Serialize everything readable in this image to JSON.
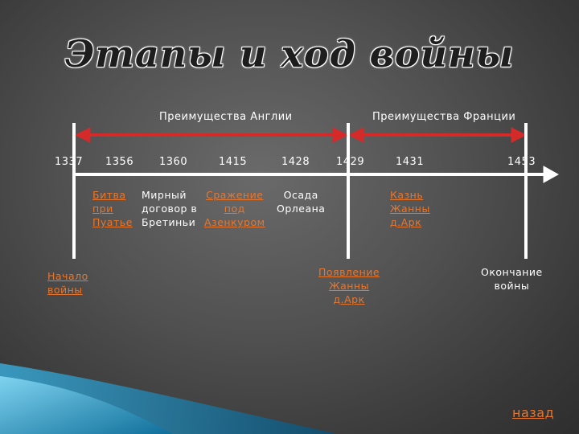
{
  "title": "Этапы и ход войны",
  "advantage_england": "Преимущества Англии",
  "advantage_france": "Преимущества Франции",
  "years": [
    "1337",
    "1356",
    "1360",
    "1415",
    "1428",
    "1429",
    "1431",
    "1453"
  ],
  "events": {
    "poitiers": [
      "Битва",
      "при",
      "Пуатье"
    ],
    "bretigny": [
      "Мирный",
      "договор в",
      "Бретиньи"
    ],
    "agincourt": [
      "Сражение",
      "под",
      "Азенкуром"
    ],
    "orleans": [
      "Осада",
      "Орлеана"
    ],
    "execution": [
      "Казнь",
      "Жанны",
      "д.Арк"
    ],
    "start": [
      "Начало",
      "войны"
    ],
    "appearance": [
      "Появление",
      "Жанны",
      "д.Арк"
    ],
    "end": [
      "Окончание",
      "войны"
    ]
  },
  "back_link": "назад",
  "colors": {
    "arrow_red": "#d42a2a",
    "link_orange": "#e8762c",
    "line_white": "#ffffff"
  }
}
